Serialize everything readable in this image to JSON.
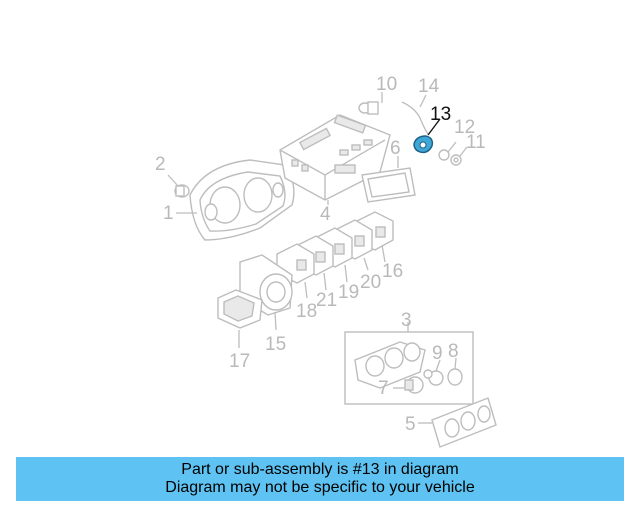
{
  "callouts": {
    "c1": "1",
    "c2": "2",
    "c3": "3",
    "c4": "4",
    "c5": "5",
    "c6": "6",
    "c7": "7",
    "c8": "8",
    "c9": "9",
    "c10": "10",
    "c11": "11",
    "c12": "12",
    "c13": "13",
    "c14": "14",
    "c15": "15",
    "c16": "16",
    "c17": "17",
    "c18": "18",
    "c19": "19",
    "c20": "20",
    "c21": "21"
  },
  "highlight": {
    "part": "13",
    "color": "#3fa7d6"
  },
  "banner": {
    "line1": "Part or sub-assembly is #13 in diagram",
    "line2": "Diagram may not be specific to your vehicle",
    "background": "#5ec3f2"
  }
}
